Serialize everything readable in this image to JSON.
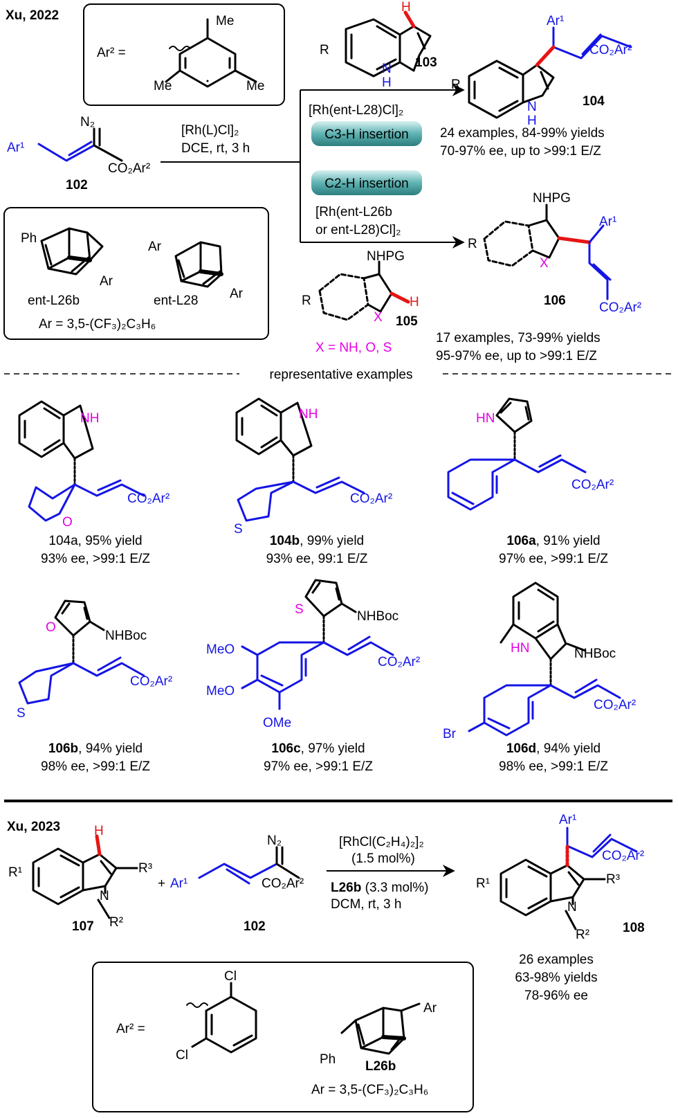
{
  "section1": {
    "heading": "Xu, 2022",
    "ar2_label": "Ar²  =",
    "ar2_substituents": [
      "Me",
      "Me",
      "Me"
    ],
    "reagent_102": {
      "ar1": "Ar¹",
      "n2": "N₂",
      "ester": "CO₂Ar²",
      "number": "102"
    },
    "conditions": {
      "catalyst": "[Rh(L)Cl]₂",
      "solvent": "DCE, rt, 3 h"
    },
    "indole_103": {
      "r": "R",
      "nh": "N",
      "h_nh": "H",
      "h_c3": "H",
      "number": "103"
    },
    "upper_branch": {
      "catalyst": "[Rh(ent-L28)Cl]₂",
      "button": "C3-H insertion",
      "product_number": "104",
      "ar1": "Ar¹",
      "ester": "CO₂Ar²",
      "r": "R",
      "nh": "N",
      "h": "H",
      "summary_1": "24 examples, 84-99% yields",
      "summary_2": "70-97% ee, up to >99:1 E/Z"
    },
    "lower_branch": {
      "button": "C2-H insertion",
      "catalyst_1": "[Rh(ent-L26b",
      "catalyst_2": "or ent-L28)Cl]₂",
      "product_number": "106",
      "nhpg": "NHPG",
      "ar1": "Ar¹",
      "r": "R",
      "x": "X",
      "ester": "CO₂Ar²",
      "summary_1": "17 examples, 73-99% yields",
      "summary_2": "95-97% ee, up to >99:1 E/Z"
    },
    "substrate_105": {
      "nhpg": "NHPG",
      "r": "R",
      "x": "X",
      "h": "H",
      "number": "105",
      "x_def": "X = NH, O, S"
    },
    "ligands": {
      "l26b_name": "ent-L26b",
      "l28_name": "ent-L28",
      "ph": "Ph",
      "ar": "Ar",
      "ar_def": "Ar = 3,5-(CF₃)₂C₃H₆"
    },
    "divider_label": "representative examples"
  },
  "examples": [
    {
      "compound": "104a",
      "yield": ", 95% yield",
      "selectivity": "93% ee, >99:1 E/Z",
      "hetero": "NH",
      "aryl": "O",
      "ester": "CO₂Ar²"
    },
    {
      "compound": "104b",
      "yield": ", 99% yield",
      "selectivity": "93% ee, 99:1 E/Z",
      "hetero": "NH",
      "aryl": "S",
      "ester": "CO₂Ar²"
    },
    {
      "compound": "106a",
      "yield": ", 91% yield",
      "selectivity": "97% ee, >99:1 E/Z",
      "hetero": "HN",
      "ester": "CO₂Ar²"
    },
    {
      "compound": "106b",
      "yield": ", 94% yield",
      "selectivity": "98% ee, >99:1 E/Z",
      "hetero": "O",
      "nhboc": "NHBoc",
      "aryl": "S",
      "ester": "CO₂Ar²"
    },
    {
      "compound": "106c",
      "yield": ", 97% yield",
      "selectivity": "97% ee, >99:1 E/Z",
      "hetero": "S",
      "nhboc": "NHBoc",
      "ome": [
        "MeO",
        "MeO",
        "OMe"
      ],
      "ester": "CO₂Ar²"
    },
    {
      "compound": "106d",
      "yield": ", 94% yield",
      "selectivity": "98% ee, >99:1 E/Z",
      "hetero": "HN",
      "nhboc": "NHBoc",
      "br": "Br",
      "ester": "CO₂Ar²"
    }
  ],
  "section2": {
    "heading": "Xu, 2023",
    "substrate_107": {
      "r1": "R¹",
      "r2": "R²",
      "r3": "R³",
      "n": "N",
      "h": "H",
      "number": "107"
    },
    "plus": "+",
    "reagent_102": {
      "ar1": "Ar¹",
      "n2": "N₂",
      "ester": "CO₂Ar²",
      "number": "102"
    },
    "conditions": {
      "catalyst": "[RhCl(C₂H₄)₂]₂",
      "loading": "(1.5 mol%)",
      "ligand": "L26b",
      "ligand_loading": " (3.3 mol%)",
      "solvent": "DCM, rt, 3 h"
    },
    "product": {
      "ar1": "Ar¹",
      "ester": "CO₂Ar²",
      "r1": "R¹",
      "r2": "R²",
      "r3": "R³",
      "n": "N",
      "number": "108"
    },
    "summary": [
      "26 examples",
      "63-98% yields",
      "78-96% ee"
    ],
    "box": {
      "ar2_label": "Ar²  =",
      "cl": [
        "Cl",
        "Cl"
      ],
      "ph": "Ph",
      "ar": "Ar",
      "ligand": "L26b",
      "ar_def": "Ar = 3,5-(CF₃)₂C₃H₆"
    }
  }
}
